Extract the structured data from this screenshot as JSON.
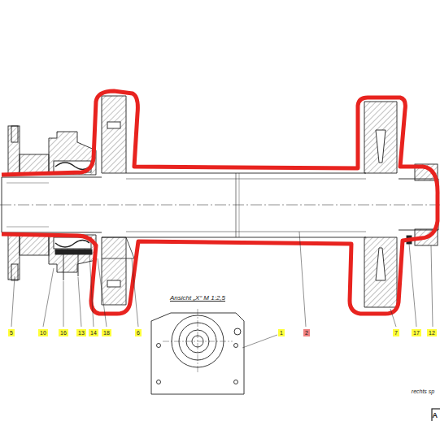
{
  "diagram": {
    "labels": [
      "Ansicht „X“ M 1:2,5",
      "1",
      "5",
      "10",
      "16",
      "13",
      "14",
      "18",
      "6",
      "2",
      "7",
      "17",
      "12",
      "rechts sp",
      "A"
    ]
  }
}
